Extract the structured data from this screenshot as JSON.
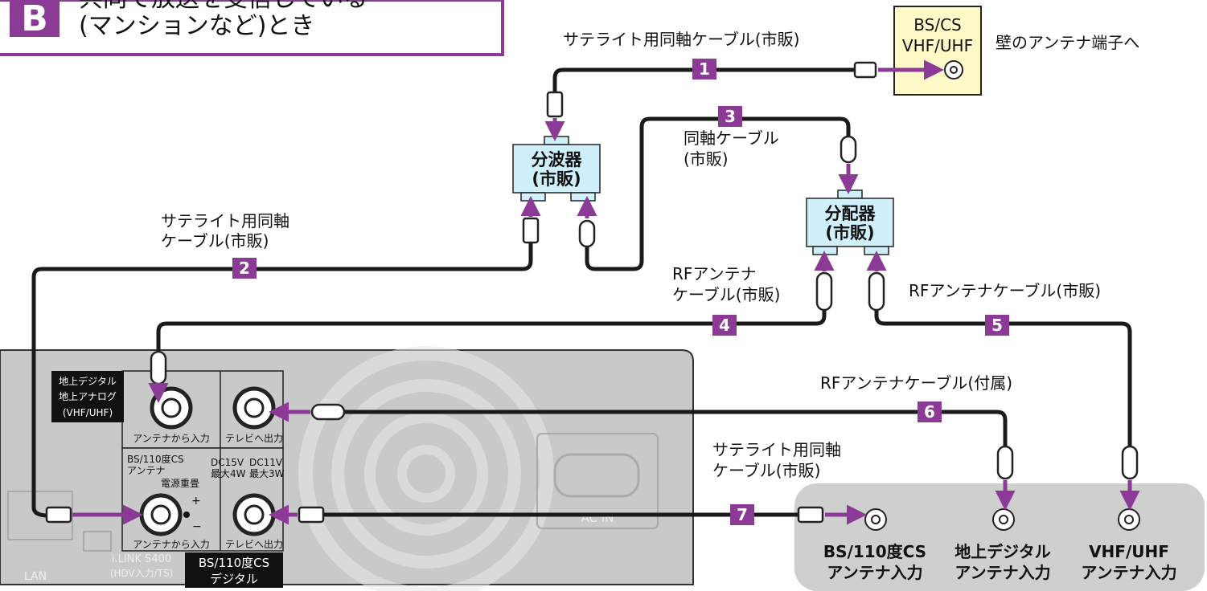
{
  "header": {
    "badge": "B",
    "line1": "共同で放送を受信している",
    "line2": "(マンションなど)とき"
  },
  "wall": {
    "line1": "BS/CS",
    "line2": "VHF/UHF",
    "caption": "壁のアンテナ端子へ"
  },
  "splitter_wave": {
    "line1": "分波器",
    "line2": "(市販)"
  },
  "splitter_dist": {
    "line1": "分配器",
    "line2": "(市販)"
  },
  "cables": {
    "c1": {
      "num": "1",
      "label": "サテライト用同軸ケーブル(市販)"
    },
    "c2": {
      "num": "2",
      "line1": "サテライト用同軸",
      "line2": "ケーブル(市販)"
    },
    "c3": {
      "num": "3",
      "line1": "同軸ケーブル",
      "line2": "(市販)"
    },
    "c4": {
      "num": "4",
      "line1": "RFアンテナ",
      "line2": "ケーブル(市販)"
    },
    "c5": {
      "num": "5",
      "label": "RFアンテナケーブル(市販)"
    },
    "c6": {
      "num": "6",
      "label": "RFアンテナケーブル(付属)"
    },
    "c7": {
      "num": "7",
      "line1": "サテライト用同軸",
      "line2": "ケーブル(市販)"
    }
  },
  "recorder": {
    "terrestrial_line1": "地上デジタル",
    "terrestrial_line2": "地上アナログ",
    "terrestrial_line3": "(VHF/UHF)",
    "antenna_in": "アンテナから入力",
    "tv_out": "テレビへ出力",
    "bs_line1": "BS/110度CS",
    "bs_line2": "アンテナ",
    "power_feed": "電源重畳",
    "dc15": "DC15V",
    "dc15_max": "最大4W",
    "dc11": "DC11V",
    "dc11_max": "最大3W",
    "bs_antenna_in": "アンテナから入力",
    "bs_tv_out": "テレビへ出力",
    "bs_digital_line1": "BS/110度CS",
    "bs_digital_line2": "デジタル",
    "ilink_line1": "i.LINK S400",
    "ilink_line2": "(HDV入力/TS)",
    "lan": "LAN",
    "ac_in": "AC IN"
  },
  "tv": {
    "bs_line1": "BS/110度CS",
    "bs_line2": "アンテナ入力",
    "digital_line1": "地上デジタル",
    "digital_line2": "アンテナ入力",
    "vhf_line1": "VHF/UHF",
    "vhf_line2": "アンテナ入力"
  },
  "colors": {
    "accent": "#8b3a96",
    "cable": "#1a1a1a",
    "box": "#cfeffa",
    "wall": "#fff9c8",
    "panel": "#c9c9c9",
    "tv": "#cfcfcf"
  }
}
